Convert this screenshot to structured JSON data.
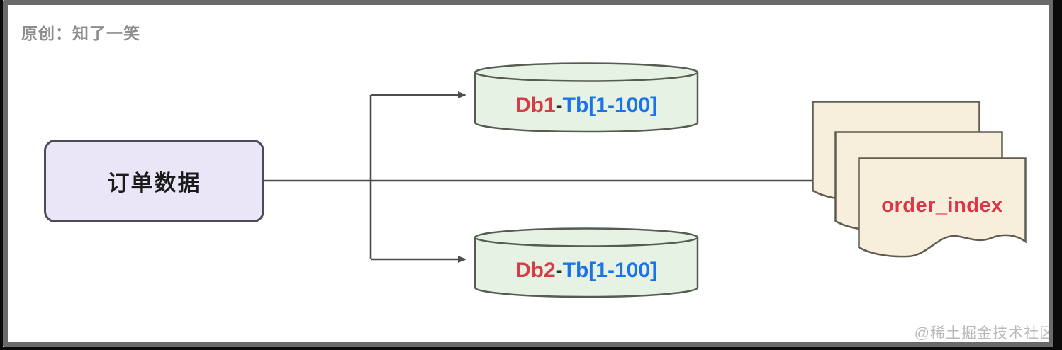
{
  "header": {
    "credit": "原创：知了一笑",
    "credit_color": "#8d8d8d"
  },
  "diagram": {
    "source_box": {
      "label": "订单数据",
      "fill": "#eae6f8",
      "border_color": "#4e4a56",
      "text_color": "#1b1b1b"
    },
    "databases": [
      {
        "name": "database-db1",
        "parts": [
          {
            "text": "Db1",
            "color": "#d93b45"
          },
          {
            "text": "-",
            "color": "#2f2f2f"
          },
          {
            "text": "Tb[1-100]",
            "color": "#1a73e8"
          }
        ],
        "fill": "#e6f2e4",
        "border_color": "#565b54"
      },
      {
        "name": "database-db2",
        "parts": [
          {
            "text": "Db2",
            "color": "#d93b45"
          },
          {
            "text": "-",
            "color": "#2f2f2f"
          },
          {
            "text": "Tb[1-100]",
            "color": "#1a73e8"
          }
        ],
        "fill": "#e6f2e4",
        "border_color": "#565b54"
      }
    ],
    "document_stack": {
      "label": "order_index",
      "label_color": "#dc3545",
      "fill": "#f7efdc",
      "border_color": "#5f5d52",
      "sheet_count": 3
    },
    "arrow_color": "#4d4d4d",
    "frame_color": "#6a6a6a"
  },
  "footer": {
    "watermark": "@稀土掘金技术社区",
    "watermark_color": "#b9b9b9"
  }
}
